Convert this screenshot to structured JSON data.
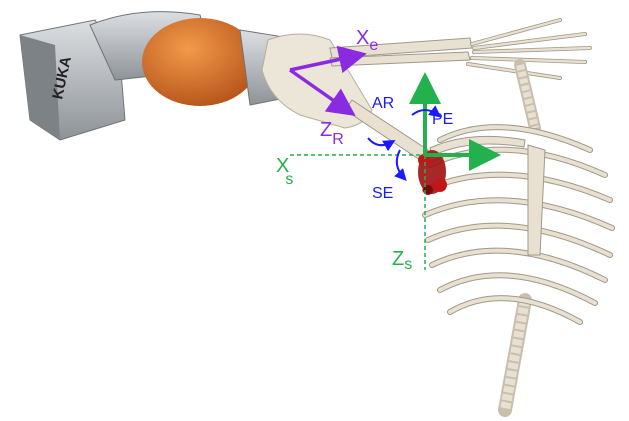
{
  "robot": {
    "brand_text": "KUKA"
  },
  "labels": {
    "xe_main": "X",
    "xe_sub": "e",
    "zr_main": "Z",
    "zr_sub": "R",
    "xs_main": "X",
    "xs_sub": "s",
    "zs_main": "Z",
    "zs_sub": "s",
    "ar": "AR",
    "pe": "PE",
    "se": "SE"
  },
  "colors": {
    "robot_frame": "#8a2be2",
    "scapula_frame": "#22b14c",
    "rotation_arrows": "#1a1aff",
    "bone": "#e8e0d0",
    "bone_stroke": "#a09888",
    "joint_marker": "#a01010",
    "robot_orange": "#d2691e",
    "robot_grey": "#b8bcc0"
  }
}
